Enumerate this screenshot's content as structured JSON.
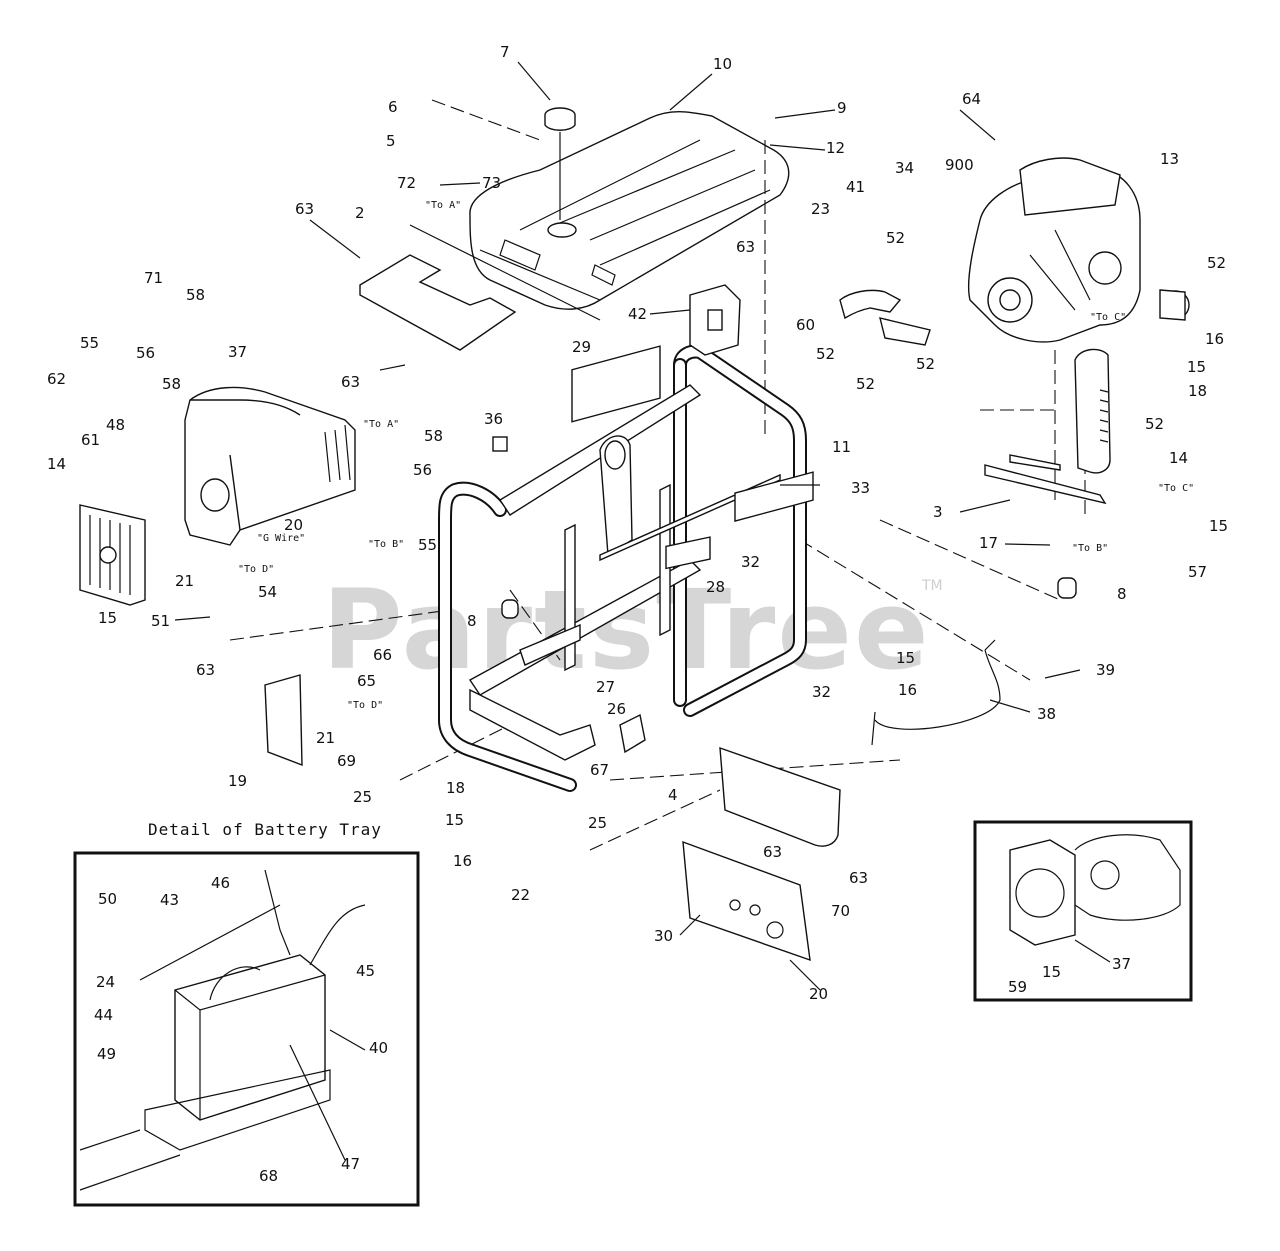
{
  "watermark": {
    "text": "PartsTree",
    "tm": "TM"
  },
  "battery_detail": {
    "title": "Detail of Battery Tray"
  },
  "notes": {
    "to_a_1": "\"To A\"",
    "to_a_2": "\"To A\"",
    "to_b_1": "\"To B\"",
    "to_b_2": "\"To B\"",
    "to_c_1": "\"To C\"",
    "to_c_2": "\"To C\"",
    "to_d_1": "\"To D\"",
    "to_d_2": "\"To D\"",
    "wire_note": "\"G Wire\""
  },
  "callouts": [
    {
      "id": "c7",
      "text": "7"
    },
    {
      "id": "c10",
      "text": "10"
    },
    {
      "id": "c6",
      "text": "6"
    },
    {
      "id": "c9",
      "text": "9"
    },
    {
      "id": "c5",
      "text": "5"
    },
    {
      "id": "c12",
      "text": "12"
    },
    {
      "id": "c72",
      "text": "72"
    },
    {
      "id": "c73",
      "text": "73"
    },
    {
      "id": "c64",
      "text": "64"
    },
    {
      "id": "c900",
      "text": "900"
    },
    {
      "id": "c13",
      "text": "13"
    },
    {
      "id": "c34",
      "text": "34"
    },
    {
      "id": "c63a",
      "text": "63"
    },
    {
      "id": "c2",
      "text": "2"
    },
    {
      "id": "c23",
      "text": "23"
    },
    {
      "id": "c41",
      "text": "41"
    },
    {
      "id": "c52a",
      "text": "52"
    },
    {
      "id": "c52b",
      "text": "52"
    },
    {
      "id": "c63b",
      "text": "63"
    },
    {
      "id": "c71",
      "text": "71"
    },
    {
      "id": "c58a",
      "text": "58"
    },
    {
      "id": "c42",
      "text": "42"
    },
    {
      "id": "c60",
      "text": "60"
    },
    {
      "id": "c52c",
      "text": "52"
    },
    {
      "id": "c16a",
      "text": "16"
    },
    {
      "id": "c15a",
      "text": "15"
    },
    {
      "id": "c18a",
      "text": "18"
    },
    {
      "id": "c55a",
      "text": "55"
    },
    {
      "id": "c56a",
      "text": "56"
    },
    {
      "id": "c37a",
      "text": "37"
    },
    {
      "id": "c29",
      "text": "29"
    },
    {
      "id": "c62",
      "text": "62"
    },
    {
      "id": "c58b",
      "text": "58"
    },
    {
      "id": "c63c",
      "text": "63"
    },
    {
      "id": "c52d",
      "text": "52"
    },
    {
      "id": "c52e",
      "text": "52"
    },
    {
      "id": "c61",
      "text": "61"
    },
    {
      "id": "c48",
      "text": "48"
    },
    {
      "id": "c36",
      "text": "36"
    },
    {
      "id": "c52f",
      "text": "52"
    },
    {
      "id": "c11",
      "text": "11"
    },
    {
      "id": "c14a",
      "text": "14"
    },
    {
      "id": "c58c",
      "text": "58"
    },
    {
      "id": "c56b",
      "text": "56"
    },
    {
      "id": "c20a",
      "text": "20"
    },
    {
      "id": "c33",
      "text": "33"
    },
    {
      "id": "c14b",
      "text": "14"
    },
    {
      "id": "c3",
      "text": "3"
    },
    {
      "id": "c15b",
      "text": "15"
    },
    {
      "id": "c55b",
      "text": "55"
    },
    {
      "id": "c32a",
      "text": "32"
    },
    {
      "id": "c17",
      "text": "17"
    },
    {
      "id": "c57",
      "text": "57"
    },
    {
      "id": "c21a",
      "text": "21"
    },
    {
      "id": "c54",
      "text": "54"
    },
    {
      "id": "c28",
      "text": "28"
    },
    {
      "id": "c15c",
      "text": "15"
    },
    {
      "id": "c8a",
      "text": "8"
    },
    {
      "id": "c51",
      "text": "51"
    },
    {
      "id": "c8b",
      "text": "8"
    },
    {
      "id": "c66",
      "text": "66"
    },
    {
      "id": "c15d",
      "text": "15"
    },
    {
      "id": "c39",
      "text": "39"
    },
    {
      "id": "c63d",
      "text": "63"
    },
    {
      "id": "c65",
      "text": "65"
    },
    {
      "id": "c16b",
      "text": "16"
    },
    {
      "id": "c27",
      "text": "27"
    },
    {
      "id": "c32b",
      "text": "32"
    },
    {
      "id": "c26",
      "text": "26"
    },
    {
      "id": "c38",
      "text": "38"
    },
    {
      "id": "c21b",
      "text": "21"
    },
    {
      "id": "c69",
      "text": "69"
    },
    {
      "id": "c19",
      "text": "19"
    },
    {
      "id": "c25a",
      "text": "25"
    },
    {
      "id": "c67",
      "text": "67"
    },
    {
      "id": "c4",
      "text": "4"
    },
    {
      "id": "c18b",
      "text": "18"
    },
    {
      "id": "c15e",
      "text": "15"
    },
    {
      "id": "c25b",
      "text": "25"
    },
    {
      "id": "c16c",
      "text": "16"
    },
    {
      "id": "c63e",
      "text": "63"
    },
    {
      "id": "c63f",
      "text": "63"
    },
    {
      "id": "c22",
      "text": "22"
    },
    {
      "id": "c70",
      "text": "70"
    },
    {
      "id": "c30",
      "text": "30"
    },
    {
      "id": "c20b",
      "text": "20"
    },
    {
      "id": "c50",
      "text": "50"
    },
    {
      "id": "c43",
      "text": "43"
    },
    {
      "id": "c46",
      "text": "46"
    },
    {
      "id": "c24",
      "text": "24"
    },
    {
      "id": "c45",
      "text": "45"
    },
    {
      "id": "c44",
      "text": "44"
    },
    {
      "id": "c40",
      "text": "40"
    },
    {
      "id": "c49",
      "text": "49"
    },
    {
      "id": "c47",
      "text": "47"
    },
    {
      "id": "c68",
      "text": "68"
    },
    {
      "id": "c37b",
      "text": "37"
    },
    {
      "id": "c15f",
      "text": "15"
    },
    {
      "id": "c59",
      "text": "59"
    }
  ]
}
